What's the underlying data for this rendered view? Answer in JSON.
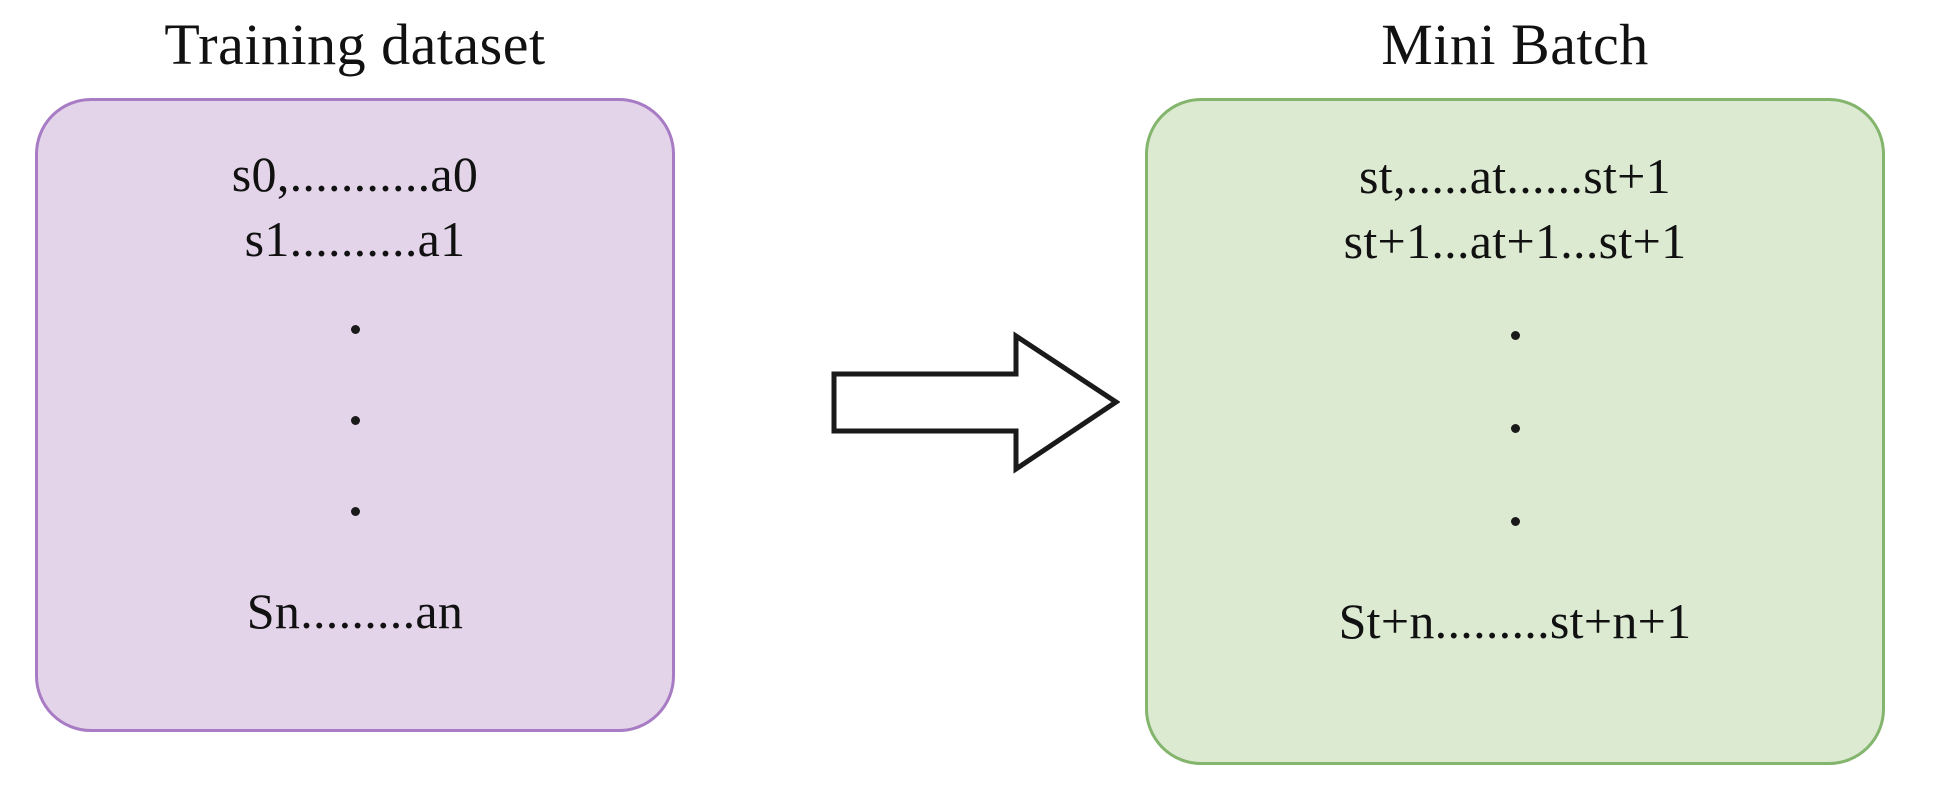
{
  "diagram": {
    "background_color": "#ffffff",
    "left_panel": {
      "title": "Training dataset",
      "fill_color": "#e3d4ea",
      "border_color": "#a87cc4",
      "rows": [
        "s0,...........a0",
        "s1..........a1"
      ],
      "ellipsis_dots": 3,
      "last_row": "Sn.........an"
    },
    "right_panel": {
      "title": "Mini Batch",
      "fill_color": "#dcead2",
      "border_color": "#83b56c",
      "rows": [
        "st,.....at......st+1",
        "st+1...at+1...st+1"
      ],
      "ellipsis_dots": 3,
      "last_row": "St+n.........st+n+1"
    },
    "connector": {
      "icon": "block-arrow-right-icon",
      "direction": "right",
      "fill_color": "#ffffff",
      "stroke_color": "#1a1a1a"
    }
  }
}
